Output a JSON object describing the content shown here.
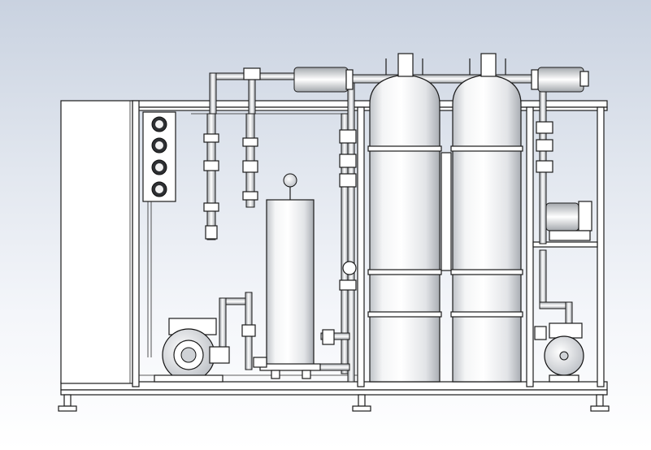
{
  "drawing": {
    "background_top": "#c9d2e0",
    "background_bottom": "#ffffff",
    "line_color": "#1b1b1b",
    "components": [
      "equipment-frame",
      "control-cabinet",
      "pressure-gauge-panel",
      "flow-meter",
      "storage-tank",
      "centrifugal-pump",
      "filter-vessel",
      "membrane-housing",
      "booster-pump",
      "leveling-foot"
    ]
  }
}
